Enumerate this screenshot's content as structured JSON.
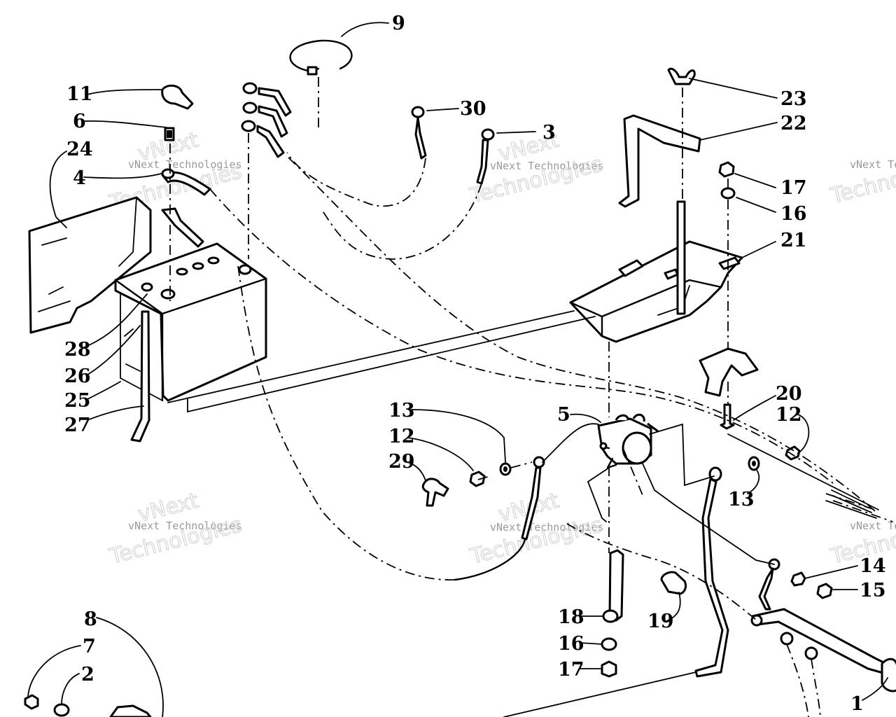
{
  "callouts": [
    {
      "id": "c9",
      "label": "9"
    },
    {
      "id": "c11",
      "label": "11"
    },
    {
      "id": "c6",
      "label": "6"
    },
    {
      "id": "c24",
      "label": "24"
    },
    {
      "id": "c4",
      "label": "4"
    },
    {
      "id": "c30",
      "label": "30"
    },
    {
      "id": "c3",
      "label": "3"
    },
    {
      "id": "c23",
      "label": "23"
    },
    {
      "id": "c22",
      "label": "22"
    },
    {
      "id": "c17a",
      "label": "17"
    },
    {
      "id": "c16a",
      "label": "16"
    },
    {
      "id": "c21",
      "label": "21"
    },
    {
      "id": "c28",
      "label": "28"
    },
    {
      "id": "c26",
      "label": "26"
    },
    {
      "id": "c25",
      "label": "25"
    },
    {
      "id": "c27",
      "label": "27"
    },
    {
      "id": "c20",
      "label": "20"
    },
    {
      "id": "c12a",
      "label": "12"
    },
    {
      "id": "c5",
      "label": "5"
    },
    {
      "id": "c13a",
      "label": "13"
    },
    {
      "id": "c12b",
      "label": "12"
    },
    {
      "id": "c29",
      "label": "29"
    },
    {
      "id": "c13b",
      "label": "13"
    },
    {
      "id": "c14",
      "label": "14"
    },
    {
      "id": "c15",
      "label": "15"
    },
    {
      "id": "c18",
      "label": "18"
    },
    {
      "id": "c19",
      "label": "19"
    },
    {
      "id": "c16b",
      "label": "16"
    },
    {
      "id": "c17b",
      "label": "17"
    },
    {
      "id": "c8",
      "label": "8"
    },
    {
      "id": "c7",
      "label": "7"
    },
    {
      "id": "c2",
      "label": "2"
    },
    {
      "id": "c1",
      "label": "1"
    }
  ],
  "watermark": {
    "brand": "vNext",
    "line1": "vNext Technologies",
    "line2": "Technologies"
  }
}
